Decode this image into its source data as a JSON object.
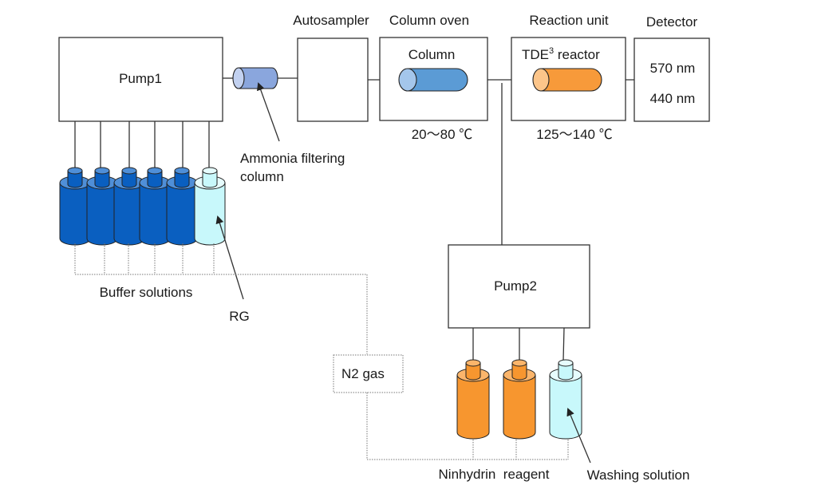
{
  "components": {
    "pump1": {
      "label": "Pump1"
    },
    "ammonia_filter": {
      "label_line1": "Ammonia filtering",
      "label_line2": "column"
    },
    "autosampler": {
      "label": "Autosampler"
    },
    "column_oven": {
      "label": "Column oven",
      "inner_label": "Column",
      "temperature": "20〜80 ℃"
    },
    "reaction_unit": {
      "label": "Reaction unit",
      "inner_label_main": "TDE",
      "inner_label_sup": "3",
      "inner_label_rest": " reactor",
      "temperature": "125〜140 ℃"
    },
    "detector": {
      "label": "Detector",
      "wavelength1": "570 nm",
      "wavelength2": "440 nm"
    },
    "pump2": {
      "label": "Pump2"
    },
    "n2_gas": {
      "label": "N2 gas"
    },
    "buffer_solutions": {
      "label": "Buffer solutions",
      "count": 5
    },
    "rg": {
      "label": "RG"
    },
    "ninhydrin_reagent": {
      "label": "Ninhydrin  reagent",
      "count": 2
    },
    "washing_solution": {
      "label": "Washing solution"
    }
  },
  "colors": {
    "buffer_body": "#0a5fc0",
    "buffer_top": "#4f8fd8",
    "rg_body": "#c8f8fb",
    "rg_top": "#e6fcfd",
    "column_body": "#5b9bd5",
    "column_cap": "#a4c6eb",
    "ammonia_body": "#8aa6dd",
    "ammonia_cap": "#c2d1f0",
    "reactor_body": "#f79a3a",
    "reactor_cap": "#fcc58a",
    "ninhydrin_body": "#f7962f",
    "ninhydrin_top": "#fbb56b"
  }
}
